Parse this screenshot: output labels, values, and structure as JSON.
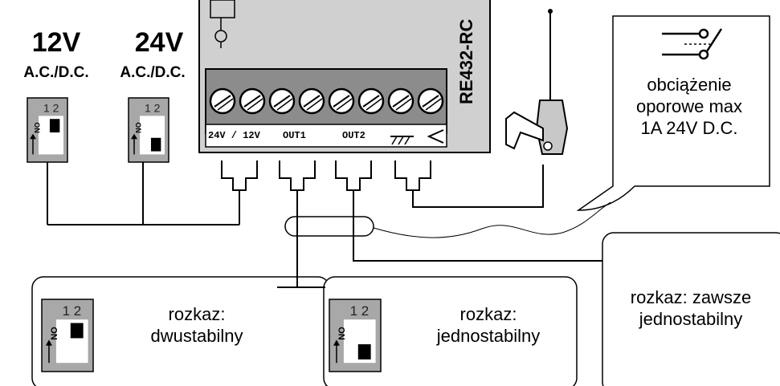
{
  "power_labels": [
    {
      "voltage": "12V",
      "type": "A.C./D.C."
    },
    {
      "voltage": "24V",
      "type": "A.C./D.C."
    }
  ],
  "dip_numbers": "1 2",
  "dip_on": "ON",
  "device": {
    "model": "RE432-RC",
    "terminals": [
      "24V / 12V",
      "OUT1",
      "OUT2"
    ],
    "housing_color": "#d0d0d0",
    "terminal_block_color": "#8c8c8c"
  },
  "load": {
    "icon": "relay-contact-icon",
    "text_lines": [
      "obciążenie",
      "oporowe max",
      "1A 24V D.C."
    ]
  },
  "modes": [
    {
      "lines": [
        "rozkaz:",
        "dwustabilny"
      ]
    },
    {
      "lines": [
        "rozkaz:",
        "jednostabilny"
      ]
    },
    {
      "lines": [
        "rozkaz: zawsze",
        "jednostabilny"
      ]
    }
  ]
}
